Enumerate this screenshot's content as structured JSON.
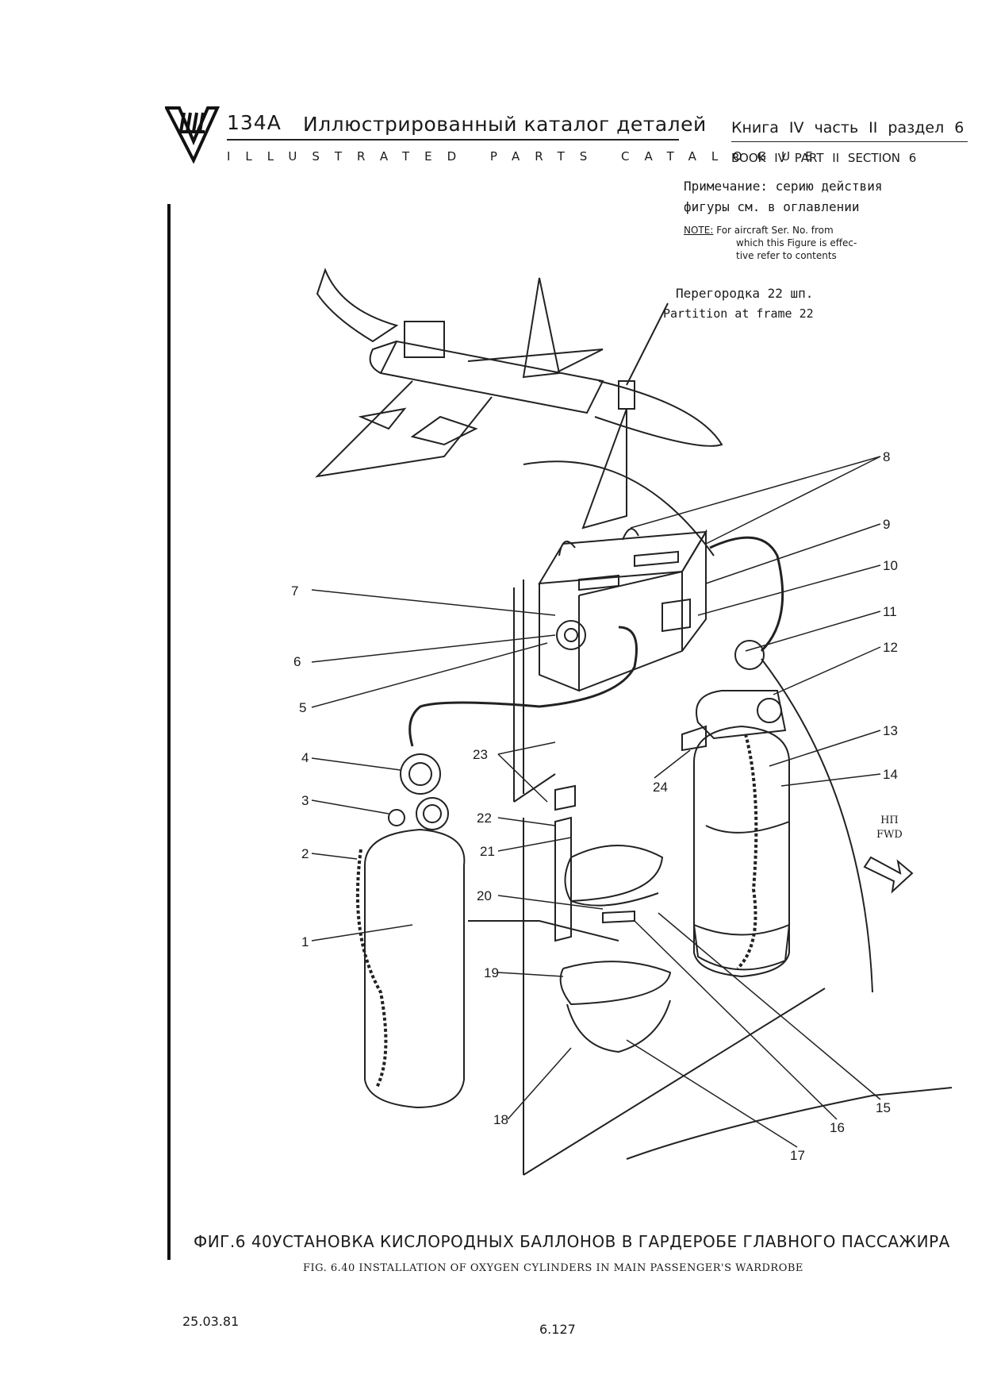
{
  "header": {
    "model": "134A",
    "title_ru": "Иллюстрированный каталог деталей",
    "title_en": "ILLUSTRATED PARTS CATALOGUE",
    "book_ru": "Книга IV часть II раздел 6",
    "book_en": "BOOK IV PART II SECTION 6"
  },
  "note": {
    "ru_line1": "Примечание: серию действия",
    "ru_line2": "фигуры см. в оглавлении",
    "en_label": "NOTE:",
    "en_line1": "For aircraft Ser. No. from",
    "en_line2": "which this Figure is effec-",
    "en_line3": "tive refer to contents"
  },
  "partition": {
    "ru": "Перегородка 22 шп.",
    "en": "Partition at frame 22"
  },
  "direction": {
    "ru": "НП",
    "en": "FWD"
  },
  "callouts": [
    "1",
    "2",
    "3",
    "4",
    "5",
    "6",
    "7",
    "8",
    "9",
    "10",
    "11",
    "12",
    "13",
    "14",
    "15",
    "16",
    "17",
    "18",
    "19",
    "20",
    "21",
    "22",
    "23",
    "24"
  ],
  "caption": {
    "ru": "ФИГ.6 40УСТАНОВКА КИСЛОРОДНЫХ БАЛЛОНОВ В ГАРДЕРОБЕ ГЛАВНОГО ПАССАЖИРА",
    "en": "FIG. 6.40 INSTALLATION OF OXYGEN CYLINDERS IN MAIN PASSENGER'S WARDROBE"
  },
  "footer": {
    "date": "25.03.81",
    "page": "6.127"
  }
}
